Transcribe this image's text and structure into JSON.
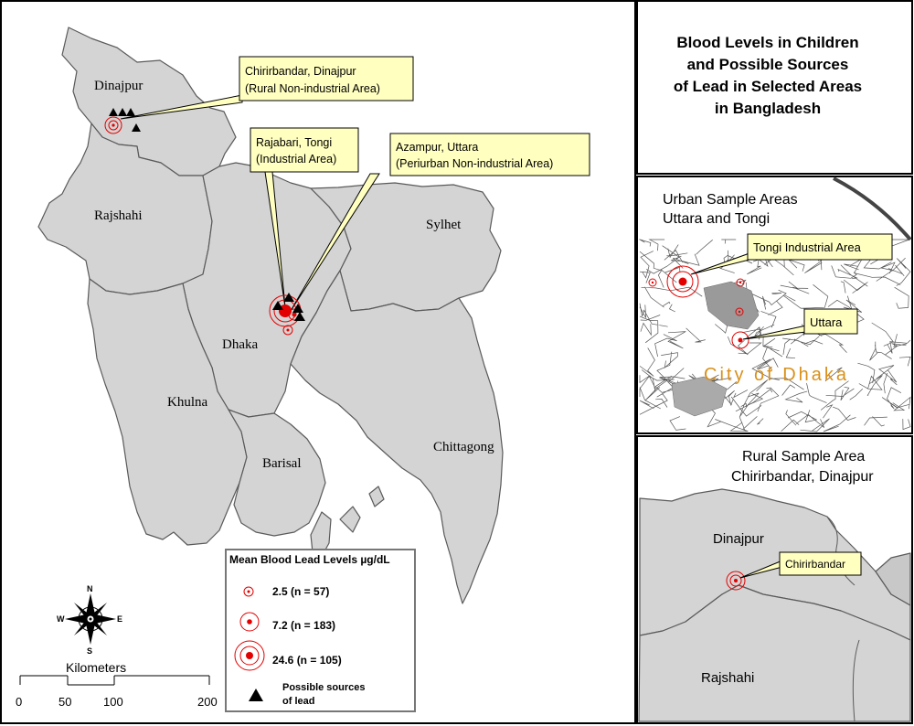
{
  "title": {
    "lines": [
      "Blood Levels in Children",
      "and Possible Sources",
      "of Lead in Selected Areas",
      "in Bangladesh"
    ]
  },
  "main_map": {
    "divisions": {
      "dinajpur": "Dinajpur",
      "rajshahi": "Rajshahi",
      "dhaka": "Dhaka",
      "sylhet": "Sylhet",
      "khulna": "Khulna",
      "barisal": "Barisal",
      "chittagong": "Chittagong"
    },
    "callouts": {
      "chirirbandar": {
        "line1": "Chirirbandar, Dinajpur",
        "line2": "(Rural Non-industrial Area)"
      },
      "tongi": {
        "line1": "Rajabari, Tongi",
        "line2": "(Industrial Area)"
      },
      "uttara": {
        "line1": "Azampur, Uttara",
        "line2": "(Periurban Non-industrial Area)"
      }
    }
  },
  "legend": {
    "title": "Mean Blood Lead Levels µg/dL",
    "items": [
      {
        "label": "2.5 (n = 57)"
      },
      {
        "label": "7.2 (n = 183)"
      },
      {
        "label": "24.6 (n = 105)"
      }
    ],
    "sources_line1": "Possible sources",
    "sources_line2": "of lead"
  },
  "north_arrow": {
    "n": "N",
    "s": "S",
    "e": "E",
    "w": "W"
  },
  "scale_bar": {
    "units": "Kilometers",
    "ticks": [
      "0",
      "50",
      "100",
      "200"
    ]
  },
  "urban_inset": {
    "title_line1": "Urban Sample Areas",
    "title_line2": "Uttara and Tongi",
    "callout_tongi": "Tongi Industrial Area",
    "callout_uttara": "Uttara",
    "city_label": "City of Dhaka"
  },
  "rural_inset": {
    "title_line1": "Rural Sample Area",
    "title_line2": "Chirirbandar, Dinajpur",
    "division_dinajpur": "Dinajpur",
    "division_rajshahi": "Rajshahi",
    "callout": "Chirirbandar"
  },
  "colors": {
    "land": "#d4d4d4",
    "border": "#5a5a5a",
    "callout_fill": "#ffffc0",
    "lead_red": "#e30000",
    "city_label": "#d9901a"
  }
}
